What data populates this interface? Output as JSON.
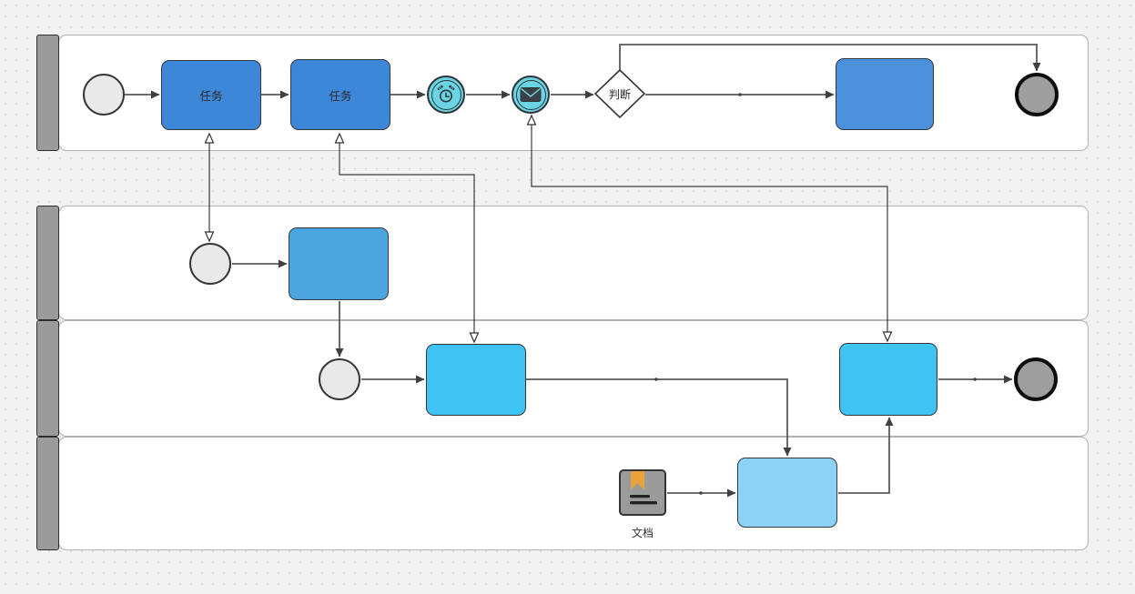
{
  "diagram": {
    "type": "bpmn-swimlane-flowchart",
    "lanes": [
      {
        "title": ""
      },
      {
        "title": ""
      },
      {
        "title": ""
      },
      {
        "title": ""
      }
    ],
    "nodes": {
      "task_1": {
        "label": "任务"
      },
      "task_2": {
        "label": "任务"
      },
      "decision_gateway": {
        "label": "判断"
      },
      "document": {
        "label": "文档"
      }
    },
    "icons": {
      "timer": "timer-icon",
      "message": "envelope-icon",
      "document": "document-icon",
      "bookmark": "bookmark-icon"
    },
    "colors": {
      "task_blue": "#3d87d8",
      "task_blue_right": "#4a90da",
      "lane2_box_blue": "#4ba5df",
      "lane3_box_cyan": "#3ec3f3",
      "lane4_box_light_blue": "#8ed2f7",
      "event_cyan": "#6bd4e4",
      "start_event_gray": "#e9e9e9",
      "end_event_gray": "#9e9e9e",
      "bookmark_orange": "#e9a23b",
      "lane_header_gray": "#9b9b9b"
    }
  }
}
